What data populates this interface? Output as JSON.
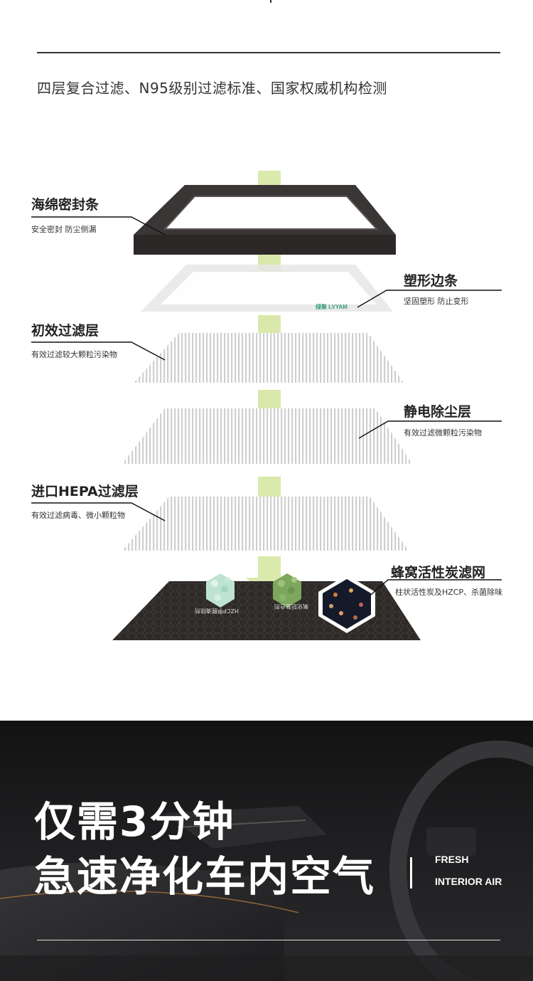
{
  "header": {
    "subtitle": "四层复合过滤、N95级别过滤标准、国家权威机构检测"
  },
  "layers": [
    {
      "title": "海绵密封条",
      "desc": "安全密封 防尘侧漏"
    },
    {
      "title": "塑形边条",
      "desc": "坚固塑形 防止变形"
    },
    {
      "title": "初效过滤层",
      "desc": "有效过滤较大颗粒污染物"
    },
    {
      "title": "静电除尘层",
      "desc": "有效过滤微颗粒污染物"
    },
    {
      "title": "进口HEPA过滤层",
      "desc": "有效过滤病毒、微小颗粒物"
    },
    {
      "title": "蜂窝活性炭滤网",
      "desc": "柱状活性炭及HZCP、杀菌除味"
    }
  ],
  "frame_logo": "绿聚 LVYAM",
  "carbon": {
    "label1": "HZCP甲醛清除剂",
    "label2": "氧化铝复合剂"
  },
  "hero": {
    "line1": "仅需3分钟",
    "line2": "急速净化车内空气",
    "tag1": "FRESH",
    "tag2": "INTERIOR AIR"
  },
  "colors": {
    "arrow": "#d6e7a3",
    "frame_dark": "#3a3636",
    "carbon_mat": "#2e2a28",
    "hero_bg": "#141414"
  }
}
